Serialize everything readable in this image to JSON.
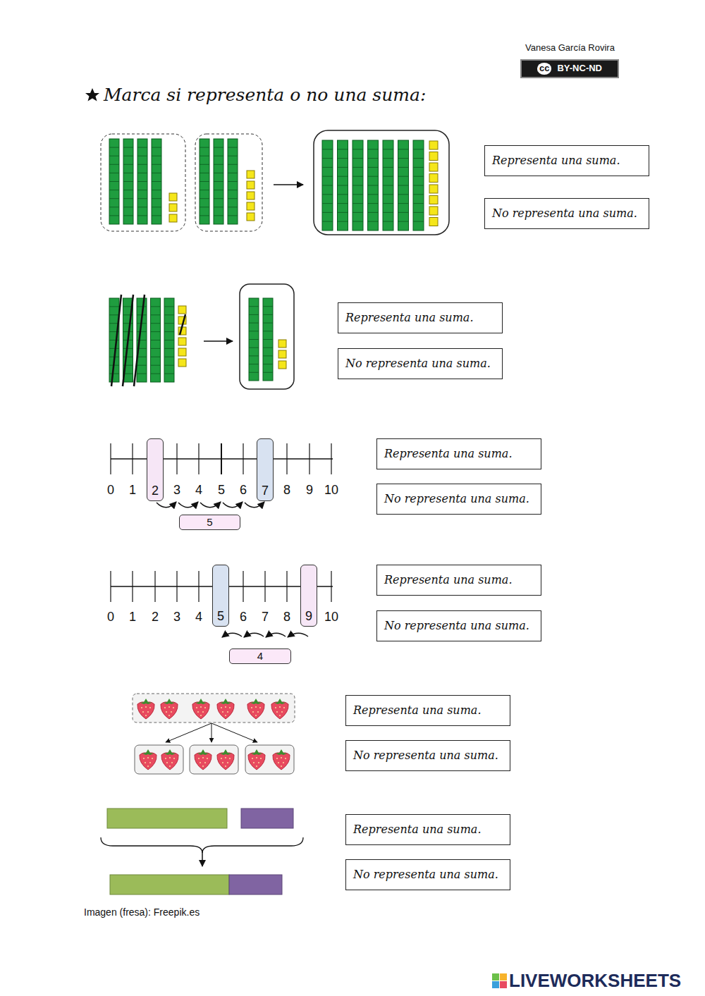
{
  "diagram": {
    "title": "Marca si representa o no una suma:",
    "nodes": [
      {
        "text": [
          "cc",
          "BY-NC-ND"
        ]
      },
      {
        "text": [
          "Representa una suma."
        ]
      },
      {
        "text": [
          "No representa una suma."
        ]
      },
      {
        "text": [
          "Representa una suma."
        ]
      },
      {
        "text": [
          "No representa una suma."
        ]
      },
      {
        "text": [
          "2"
        ]
      },
      {
        "text": [
          "7"
        ]
      },
      {
        "text": [
          "5"
        ]
      },
      {
        "text": [
          "Representa una suma."
        ]
      },
      {
        "text": [
          "No representa una suma."
        ]
      },
      {
        "text": [
          "5"
        ]
      },
      {
        "text": [
          "9"
        ]
      },
      {
        "text": [
          "4"
        ]
      },
      {
        "text": [
          "Representa una suma."
        ]
      },
      {
        "text": [
          "No representa una suma."
        ]
      },
      {
        "text": [
          "Representa una suma."
        ]
      },
      {
        "text": [
          "No representa una suma."
        ]
      },
      {
        "text": [
          "Representa una suma."
        ]
      },
      {
        "text": [
          "No representa una suma."
        ]
      }
    ],
    "labels": [
      "Vanesa García Rovira",
      "0",
      "1",
      "3",
      "4",
      "5",
      "6",
      "8",
      "9",
      "10",
      "0",
      "1",
      "2",
      "3",
      "4",
      "6",
      "7",
      "8",
      "10",
      "Imagen (fresa): Freepik.es",
      "LIVEWORKSHEETS"
    ]
  }
}
